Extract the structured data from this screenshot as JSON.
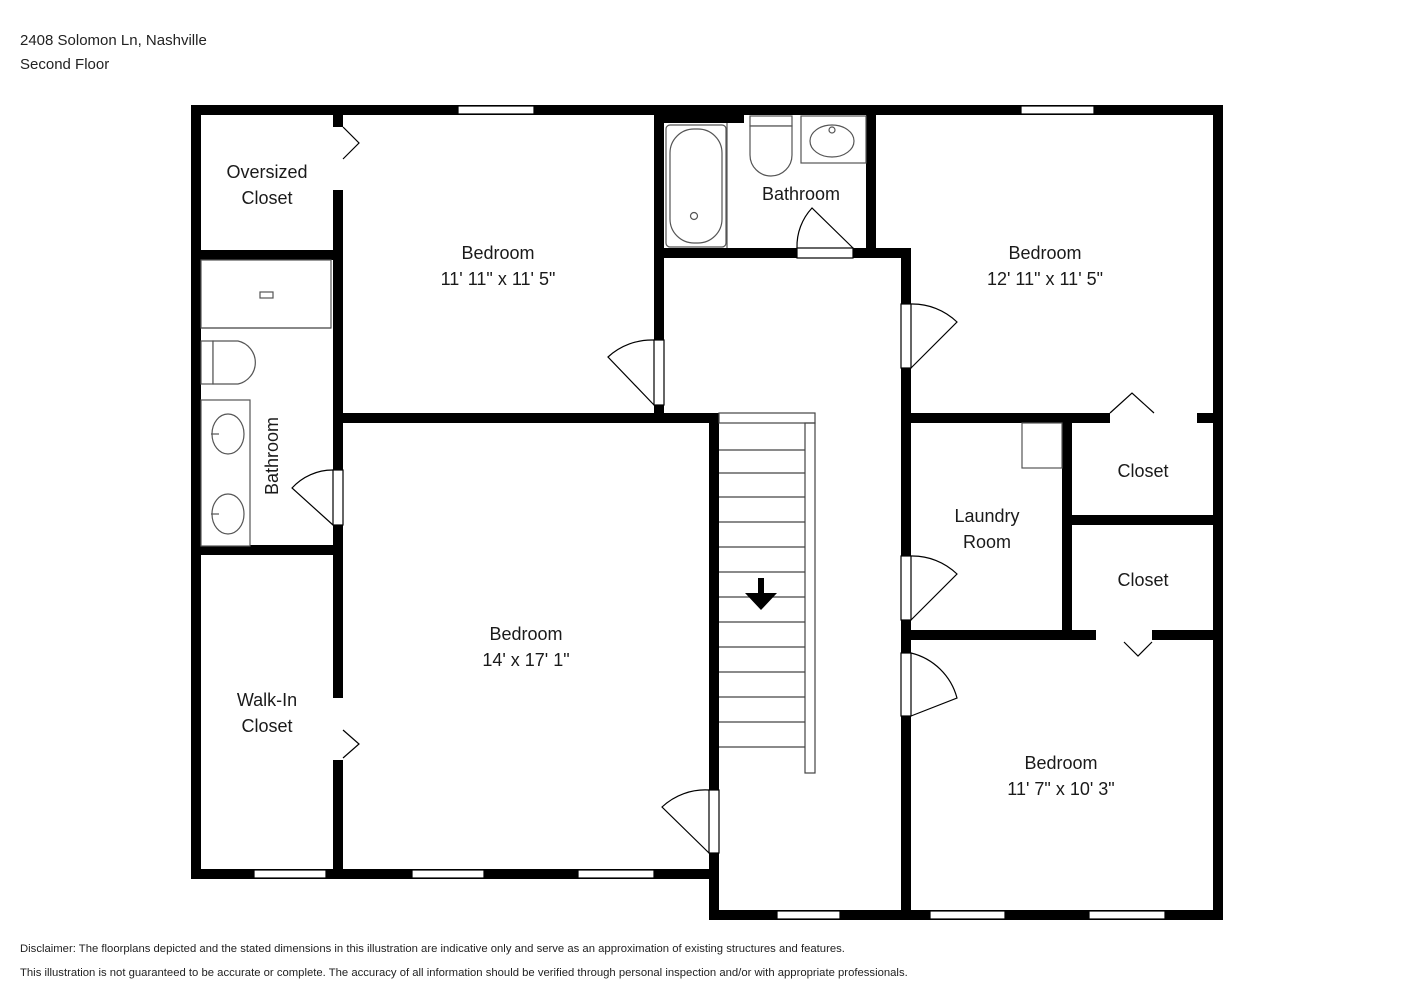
{
  "header": {
    "address": "2408 Solomon Ln, Nashville",
    "floor": "Second Floor"
  },
  "rooms": {
    "oversized_closet": {
      "line1": "Oversized",
      "line2": "Closet"
    },
    "bedroom_nw": {
      "name": "Bedroom",
      "dims": "11' 11\" x 11' 5\""
    },
    "bathroom_n": {
      "name": "Bathroom"
    },
    "bedroom_ne": {
      "name": "Bedroom",
      "dims": "12' 11\" x 11' 5\""
    },
    "bathroom_w": {
      "name": "Bathroom"
    },
    "bedroom_main": {
      "name": "Bedroom",
      "dims": "14' x 17' 1\""
    },
    "laundry": {
      "line1": "Laundry",
      "line2": "Room"
    },
    "closet_upper": {
      "name": "Closet"
    },
    "closet_lower": {
      "name": "Closet"
    },
    "walkin_closet": {
      "line1": "Walk-In",
      "line2": "Closet"
    },
    "bedroom_se": {
      "name": "Bedroom",
      "dims": "11' 7\" x 10' 3\""
    }
  },
  "footer": {
    "disclaimer_1": "Disclaimer: The floorplans depicted and the stated dimensions in this illustration are indicative only and serve as an approximation of existing structures and features.",
    "disclaimer_2": "This illustration is not guaranteed to be accurate or complete. The accuracy of all information should be verified through personal inspection and/or with appropriate professionals."
  }
}
